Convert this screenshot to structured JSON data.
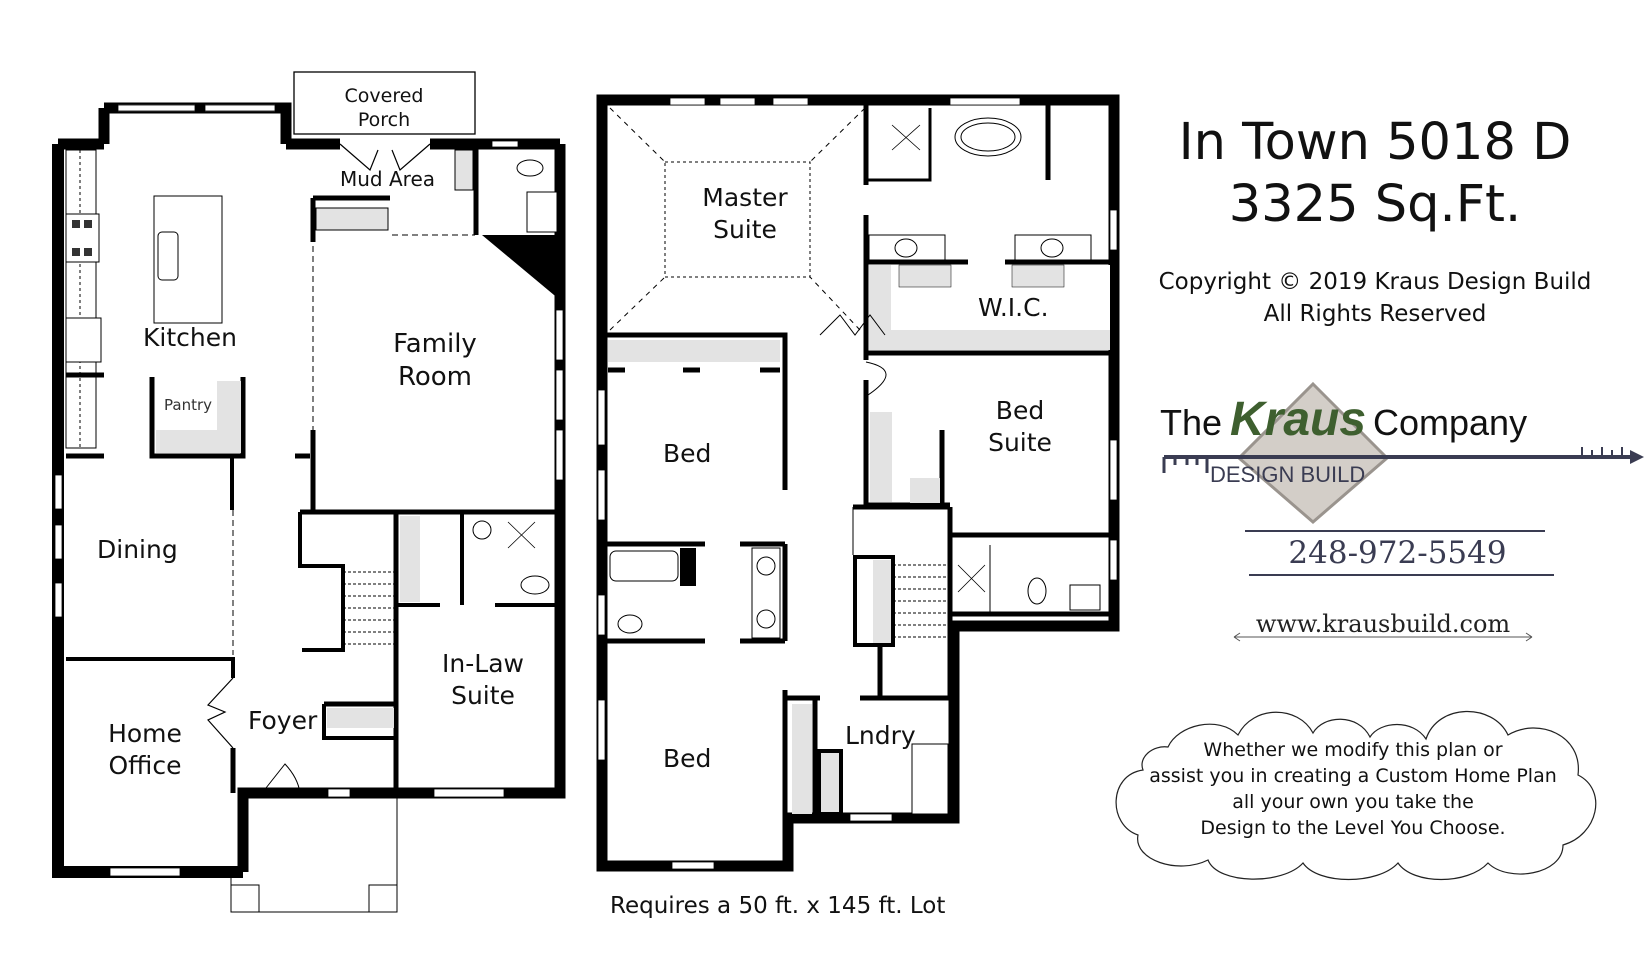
{
  "header": {
    "title": "In Town 5018 D",
    "area": "3325 Sq.Ft.",
    "copyright": "Copyright © 2019 Kraus Design Build",
    "rights": "All Rights Reserved"
  },
  "brand": {
    "the": "The",
    "kraus": "Kraus",
    "company": "Company",
    "subline": "DESIGN BUILD",
    "phone": "248-972-5549",
    "website": "www.krausbuild.com",
    "colors": {
      "kraus_green": "#3e5f2f",
      "navy": "#3a3c52",
      "diamond_fill": "#d3cec8",
      "diamond_stroke": "#9a948e"
    }
  },
  "cloud": {
    "lines": [
      "Whether we modify this plan or",
      "assist you in creating a Custom Home Plan",
      "all your own you take the",
      "Design to the Level You Choose."
    ]
  },
  "first_floor": {
    "rooms": {
      "covered_porch": [
        "Covered",
        "Porch"
      ],
      "mud_area": "Mud Area",
      "kitchen": "Kitchen",
      "pantry": "Pantry",
      "family_room": [
        "Family",
        "Room"
      ],
      "dining": "Dining",
      "in_law_suite": [
        "In-Law",
        "Suite"
      ],
      "foyer": "Foyer",
      "home_office": [
        "Home",
        "Office"
      ]
    }
  },
  "second_floor": {
    "rooms": {
      "master_suite": [
        "Master",
        "Suite"
      ],
      "wic": "W.I.C.",
      "bed_1": "Bed",
      "bed_suite": [
        "Bed",
        "Suite"
      ],
      "bed_2": "Bed",
      "laundry": "Lndry"
    }
  },
  "footer": {
    "lot_requirement": "Requires  a 50 ft. x 145 ft. Lot"
  }
}
